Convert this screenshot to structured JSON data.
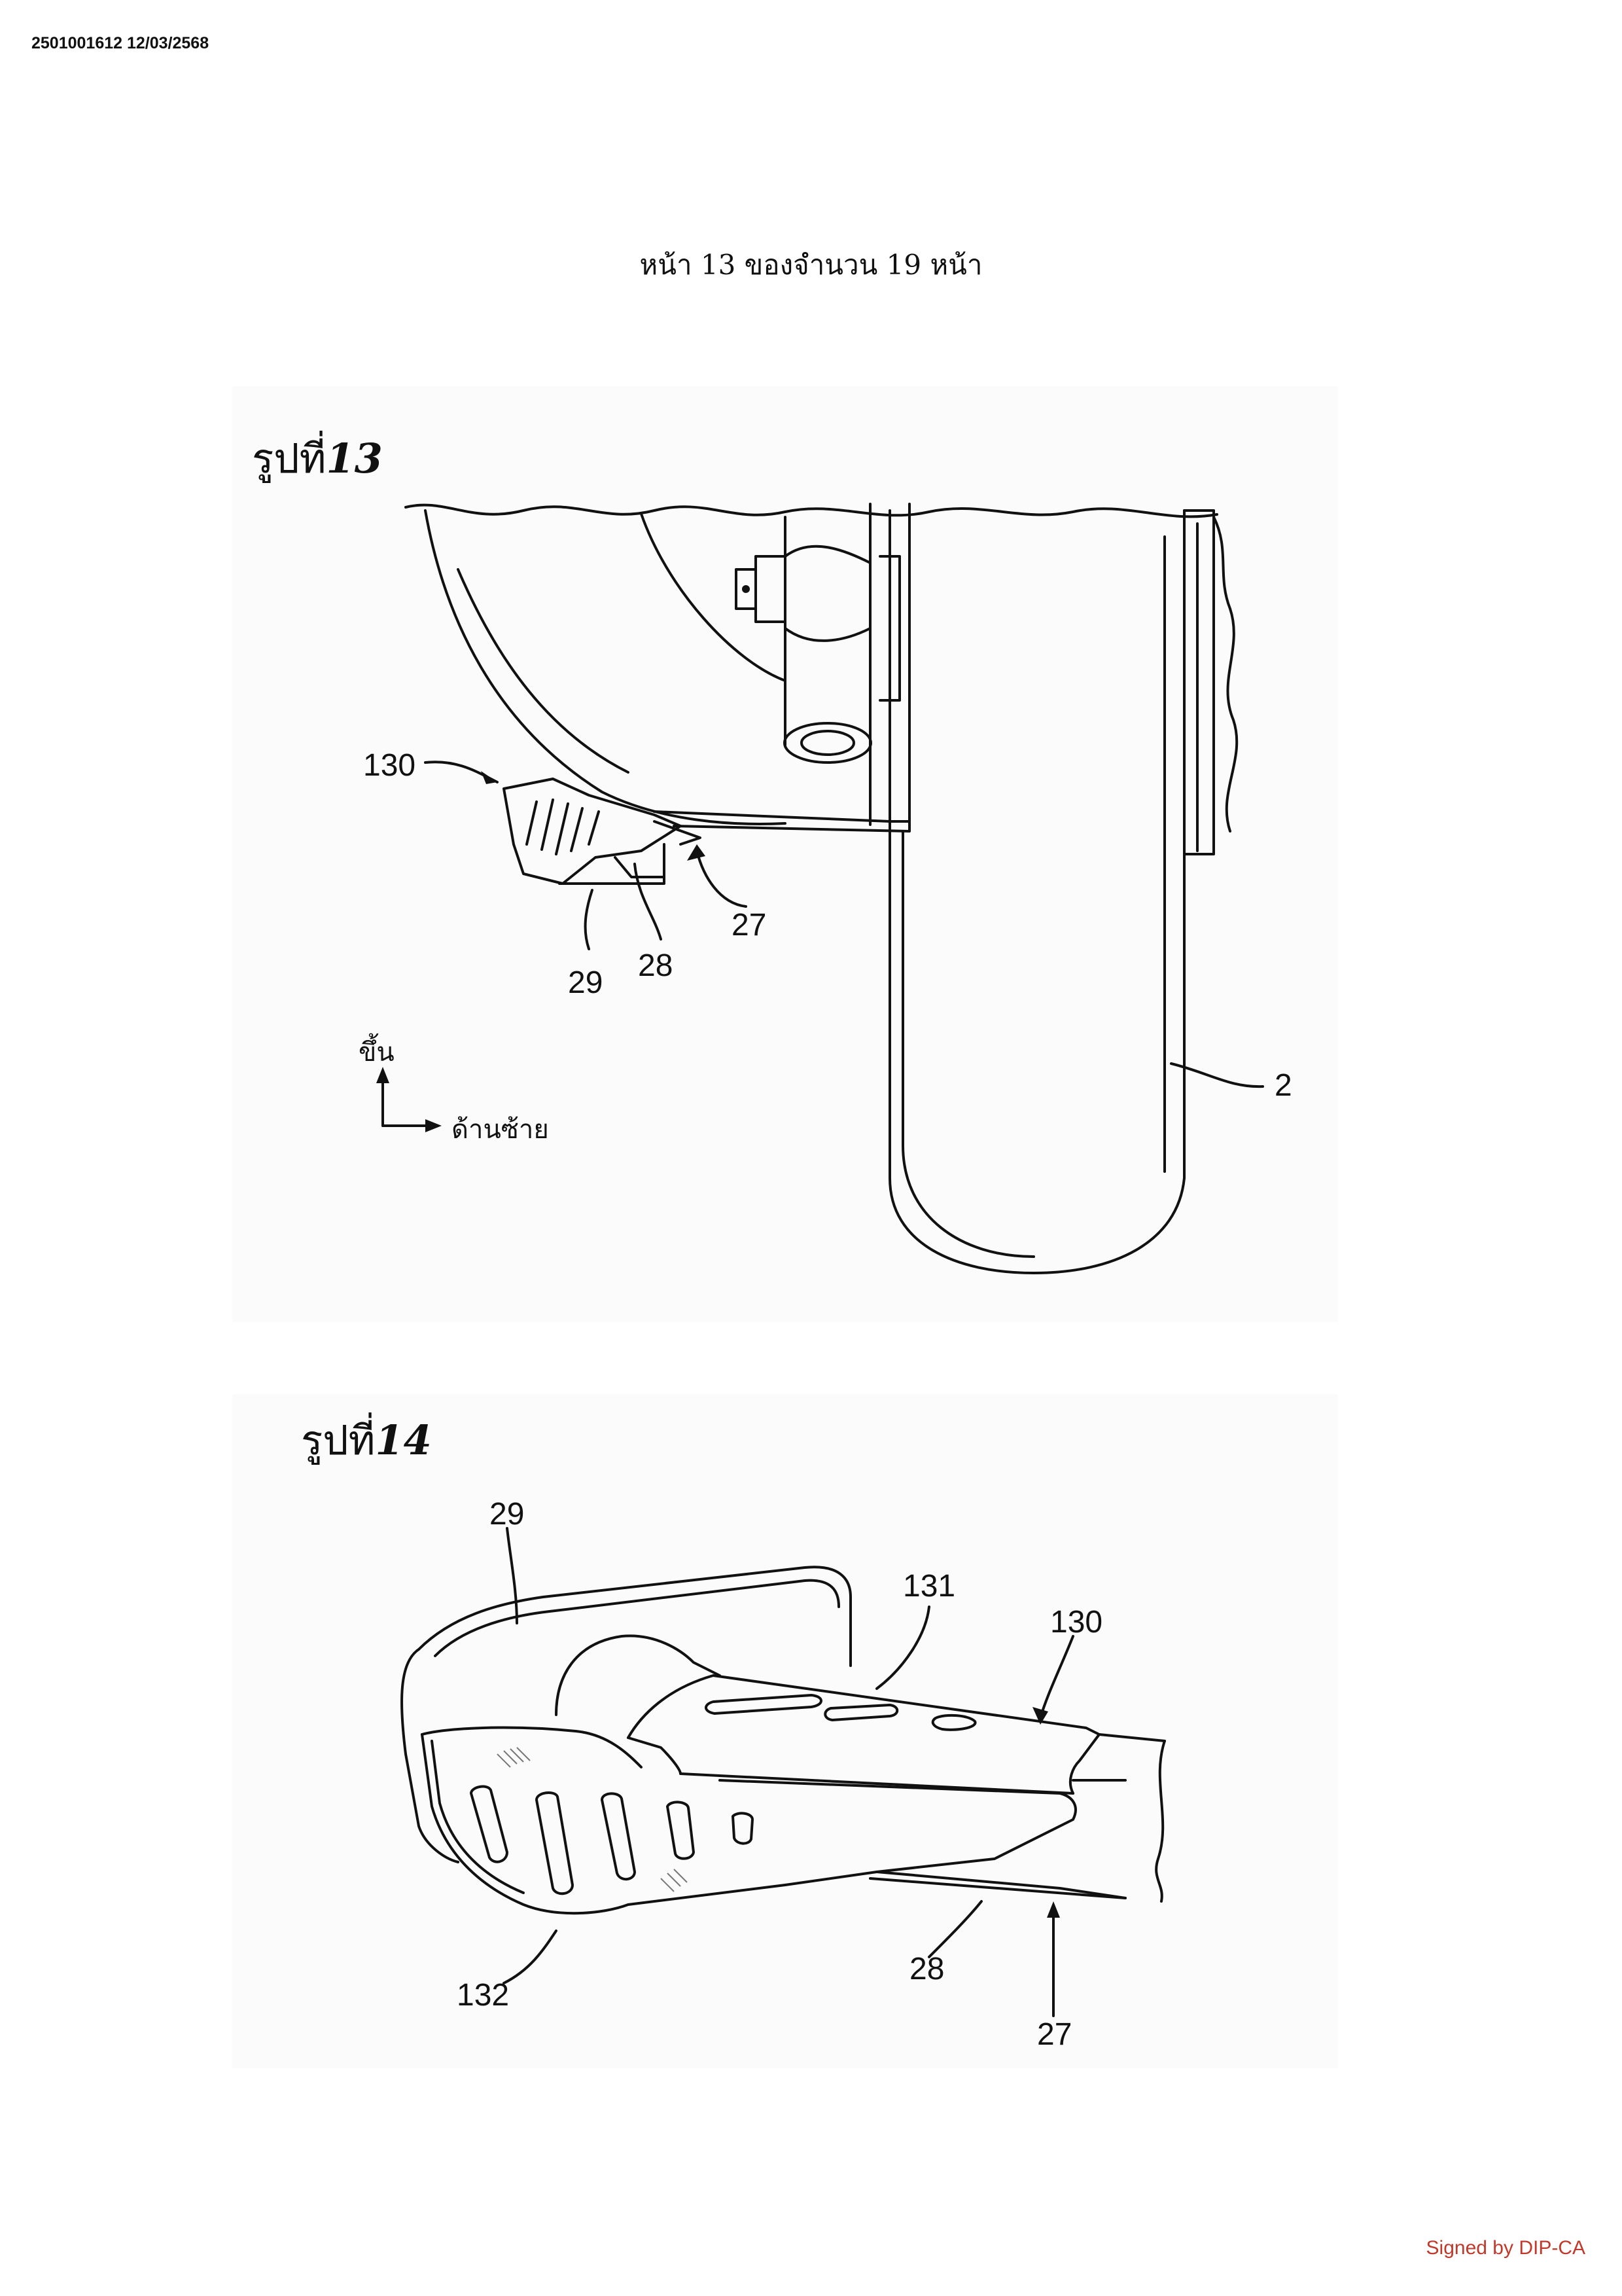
{
  "document": {
    "doc_id": "2501001612 12/03/2568",
    "page_header": "หน้า 13 ของจำนวน 19 หน้า",
    "signature": "Signed by DIP-CA"
  },
  "figure13": {
    "title_prefix": "รูปที่",
    "title_number": "13",
    "refs": {
      "r130": "130",
      "r27": "27",
      "r28": "28",
      "r29": "29",
      "r2": "2"
    },
    "direction_up": "ขึ้น",
    "direction_left": "ด้านซ้าย"
  },
  "figure14": {
    "title_prefix": "รูปที่",
    "title_number": "14",
    "refs": {
      "r29": "29",
      "r131": "131",
      "r130": "130",
      "r132": "132",
      "r28": "28",
      "r27": "27"
    }
  }
}
